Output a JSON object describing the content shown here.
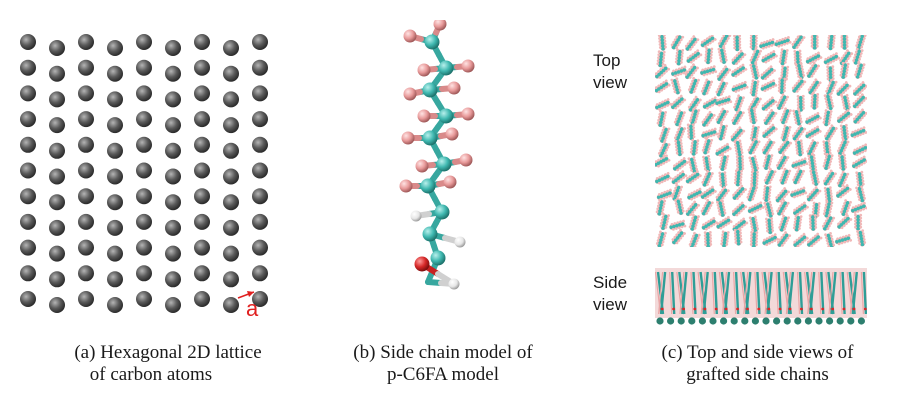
{
  "panel_a": {
    "lattice_label": "a",
    "caption_line1": "(a) Hexagonal 2D lattice",
    "caption_line2": "of carbon atoms",
    "atom_color": "#555555"
  },
  "panel_b": {
    "caption_line1": "(b) Side chain model of",
    "caption_line2": "p-C6FA model",
    "carbon_color": "#3fb8b0",
    "fluorine_color": "#e89a9a",
    "hydrogen_color": "#f2f2f2",
    "oxygen_color": "#d62828"
  },
  "panel_c": {
    "top_label_line1": "Top",
    "top_label_line2": "view",
    "side_label_line1": "Side",
    "side_label_line2": "view",
    "caption_line1": "(c) Top and side views of",
    "caption_line2": "grafted side chains"
  }
}
